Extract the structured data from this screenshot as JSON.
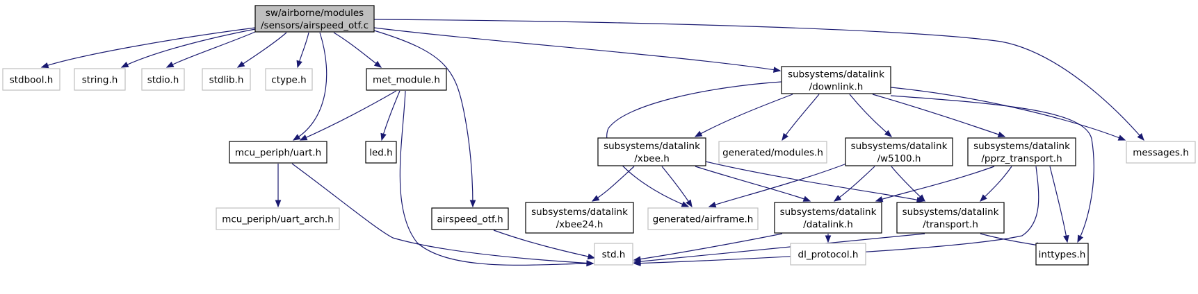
{
  "graph": {
    "nodes": [
      {
        "id": "root",
        "lines": [
          "sw/airborne/modules",
          "/sensors/airspeed_otf.c"
        ],
        "kind": "root"
      },
      {
        "id": "stdbool",
        "lines": [
          "stdbool.h"
        ],
        "kind": "ext"
      },
      {
        "id": "string",
        "lines": [
          "string.h"
        ],
        "kind": "ext"
      },
      {
        "id": "stdio",
        "lines": [
          "stdio.h"
        ],
        "kind": "ext"
      },
      {
        "id": "stdlib",
        "lines": [
          "stdlib.h"
        ],
        "kind": "ext"
      },
      {
        "id": "ctype",
        "lines": [
          "ctype.h"
        ],
        "kind": "ext"
      },
      {
        "id": "met_module",
        "lines": [
          "met_module.h"
        ],
        "kind": "std"
      },
      {
        "id": "uart",
        "lines": [
          "mcu_periph/uart.h"
        ],
        "kind": "std"
      },
      {
        "id": "led",
        "lines": [
          "led.h"
        ],
        "kind": "std"
      },
      {
        "id": "uart_arch",
        "lines": [
          "mcu_periph/uart_arch.h"
        ],
        "kind": "ext"
      },
      {
        "id": "airspeed_otf_h",
        "lines": [
          "airspeed_otf.h"
        ],
        "kind": "std"
      },
      {
        "id": "downlink",
        "lines": [
          "subsystems/datalink",
          "/downlink.h"
        ],
        "kind": "std"
      },
      {
        "id": "messages",
        "lines": [
          "messages.h"
        ],
        "kind": "ext"
      },
      {
        "id": "xbee",
        "lines": [
          "subsystems/datalink",
          "/xbee.h"
        ],
        "kind": "std"
      },
      {
        "id": "gen_modules",
        "lines": [
          "generated/modules.h"
        ],
        "kind": "ext"
      },
      {
        "id": "w5100",
        "lines": [
          "subsystems/datalink",
          "/w5100.h"
        ],
        "kind": "std"
      },
      {
        "id": "pprz_transport",
        "lines": [
          "subsystems/datalink",
          "/pprz_transport.h"
        ],
        "kind": "std"
      },
      {
        "id": "xbee24",
        "lines": [
          "subsystems/datalink",
          "/xbee24.h"
        ],
        "kind": "std"
      },
      {
        "id": "gen_airframe",
        "lines": [
          "generated/airframe.h"
        ],
        "kind": "ext"
      },
      {
        "id": "datalink",
        "lines": [
          "subsystems/datalink",
          "/datalink.h"
        ],
        "kind": "std"
      },
      {
        "id": "transport",
        "lines": [
          "subsystems/datalink",
          "/transport.h"
        ],
        "kind": "std"
      },
      {
        "id": "std",
        "lines": [
          "std.h"
        ],
        "kind": "ext"
      },
      {
        "id": "dl_protocol",
        "lines": [
          "dl_protocol.h"
        ],
        "kind": "ext"
      },
      {
        "id": "inttypes",
        "lines": [
          "inttypes.h"
        ],
        "kind": "std"
      }
    ],
    "edges": [
      [
        "root",
        "stdbool"
      ],
      [
        "root",
        "string"
      ],
      [
        "root",
        "stdio"
      ],
      [
        "root",
        "stdlib"
      ],
      [
        "root",
        "ctype"
      ],
      [
        "root",
        "met_module"
      ],
      [
        "root",
        "uart"
      ],
      [
        "root",
        "airspeed_otf_h"
      ],
      [
        "root",
        "downlink"
      ],
      [
        "root",
        "messages"
      ],
      [
        "met_module",
        "uart"
      ],
      [
        "met_module",
        "led"
      ],
      [
        "met_module",
        "std"
      ],
      [
        "uart",
        "uart_arch"
      ],
      [
        "uart",
        "std"
      ],
      [
        "airspeed_otf_h",
        "std"
      ],
      [
        "downlink",
        "xbee"
      ],
      [
        "downlink",
        "gen_modules"
      ],
      [
        "downlink",
        "w5100"
      ],
      [
        "downlink",
        "pprz_transport"
      ],
      [
        "downlink",
        "gen_airframe"
      ],
      [
        "downlink",
        "messages"
      ],
      [
        "downlink",
        "inttypes"
      ],
      [
        "xbee",
        "xbee24"
      ],
      [
        "xbee",
        "gen_airframe"
      ],
      [
        "xbee",
        "datalink"
      ],
      [
        "xbee",
        "transport"
      ],
      [
        "w5100",
        "gen_airframe"
      ],
      [
        "w5100",
        "datalink"
      ],
      [
        "w5100",
        "transport"
      ],
      [
        "pprz_transport",
        "datalink"
      ],
      [
        "pprz_transport",
        "transport"
      ],
      [
        "pprz_transport",
        "std"
      ],
      [
        "pprz_transport",
        "inttypes"
      ],
      [
        "datalink",
        "std"
      ],
      [
        "datalink",
        "dl_protocol"
      ],
      [
        "transport",
        "std"
      ],
      [
        "transport",
        "inttypes"
      ]
    ]
  }
}
